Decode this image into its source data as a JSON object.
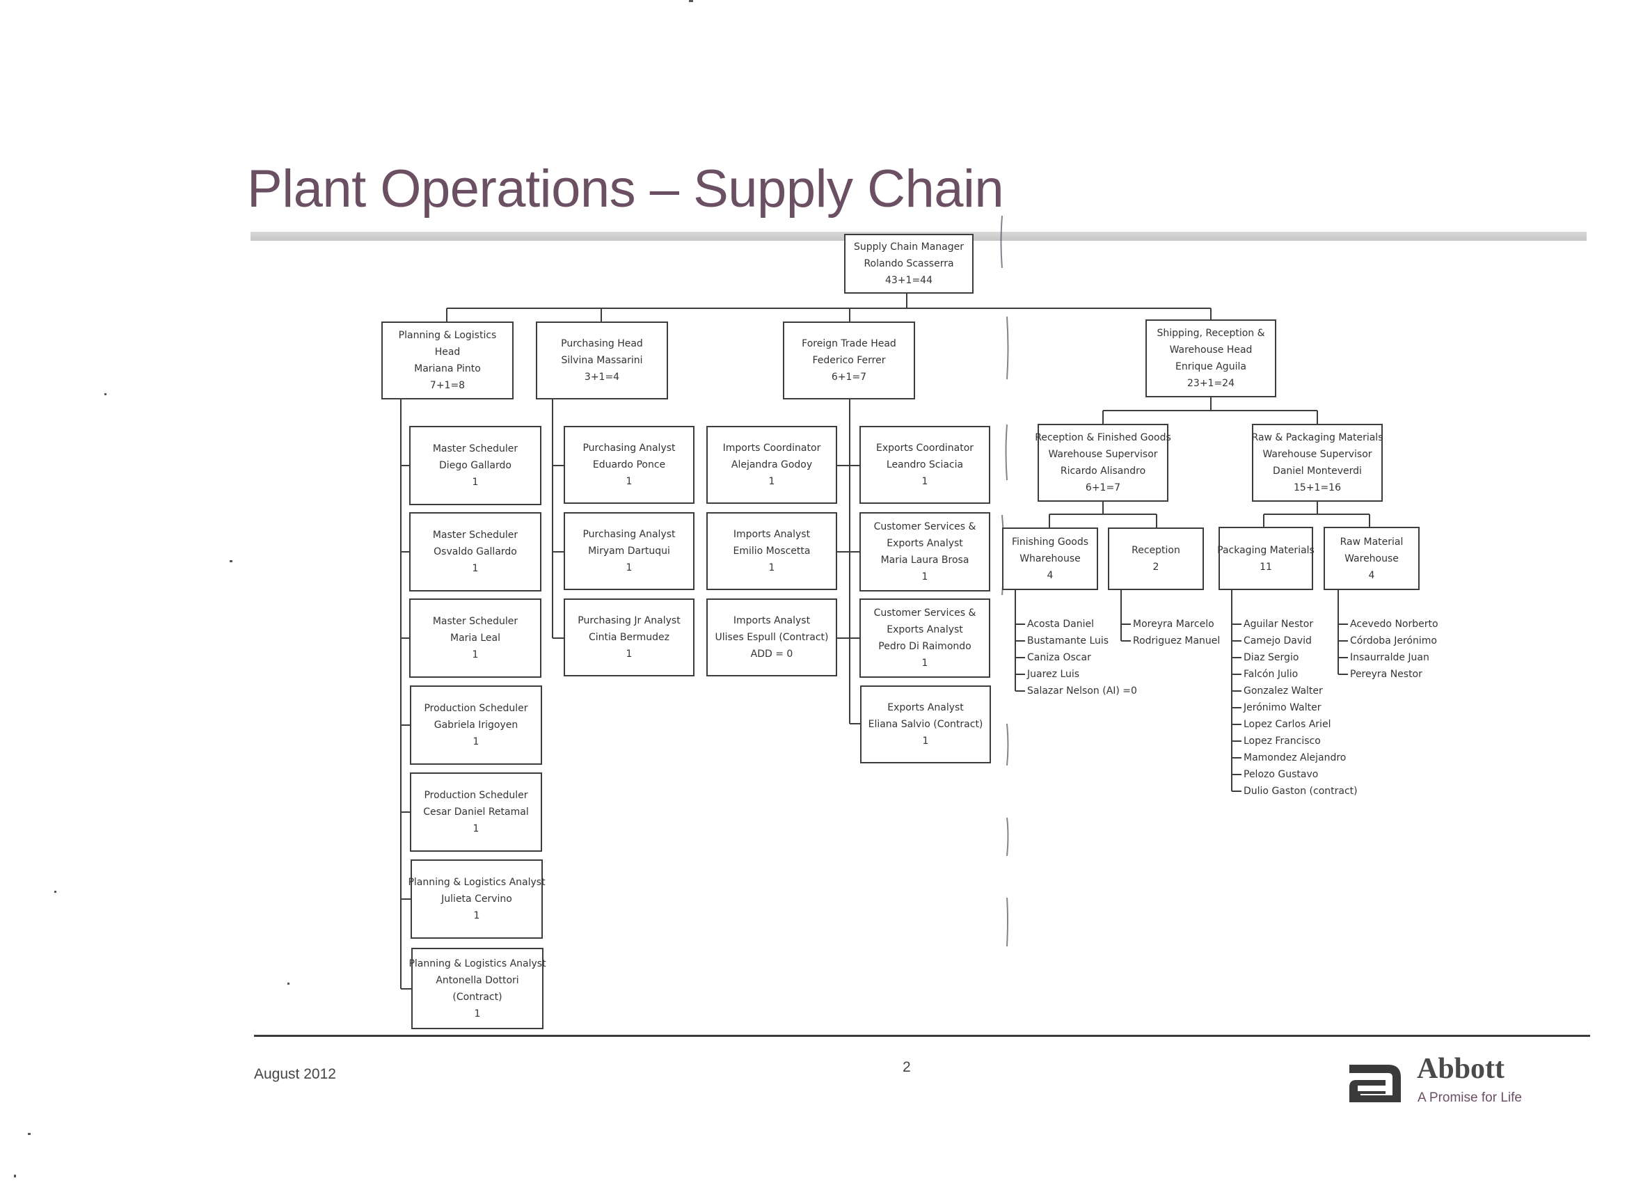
{
  "title": "Plant Operations – Supply Chain",
  "footer": {
    "date": "August 2012",
    "page": "2",
    "brand": "Abbott",
    "tagline": "A Promise for Life"
  },
  "org": {
    "manager": [
      "Supply Chain Manager",
      "Rolando Scasserra",
      "43+1=44"
    ],
    "planning_head": [
      "Planning & Logistics",
      "Head",
      "Mariana Pinto",
      "7+1=8"
    ],
    "purchasing_head": [
      "Purchasing Head",
      "Silvina Massarini",
      "3+1=4"
    ],
    "foreign_trade_head": [
      "Foreign Trade Head",
      "Federico Ferrer",
      "6+1=7"
    ],
    "shipping_head": [
      "Shipping, Reception &",
      "Warehouse Head",
      "Enrique Aguila",
      "23+1=24"
    ],
    "planning_team": [
      [
        "Master Scheduler",
        "Diego Gallardo",
        "1"
      ],
      [
        "Master Scheduler",
        "Osvaldo Gallardo",
        "1"
      ],
      [
        "Master Scheduler",
        "Maria Leal",
        "1"
      ],
      [
        "Production Scheduler",
        "Gabriela Irigoyen",
        "1"
      ],
      [
        "Production Scheduler",
        "Cesar Daniel Retamal",
        "1"
      ],
      [
        "Planning & Logistics Analyst",
        "Julieta Cervino",
        "1"
      ],
      [
        "Planning & Logistics Analyst",
        "Antonella Dottori",
        "(Contract)",
        "1"
      ]
    ],
    "purchasing_team": [
      [
        "Purchasing Analyst",
        "Eduardo Ponce",
        "1"
      ],
      [
        "Purchasing Analyst",
        "Miryam Dartuqui",
        "1"
      ],
      [
        "Purchasing Jr Analyst",
        "Cintia Bermudez",
        "1"
      ]
    ],
    "imports_team": [
      [
        "Imports Coordinator",
        "Alejandra Godoy",
        "1"
      ],
      [
        "Imports Analyst",
        "Emilio Moscetta",
        "1"
      ],
      [
        "Imports Analyst",
        "Ulises Espull (Contract)",
        "ADD = 0"
      ]
    ],
    "exports_team": [
      [
        "Exports Coordinator",
        "Leandro Sciacia",
        "1"
      ],
      [
        "Customer Services &",
        "Exports Analyst",
        "Maria Laura Brosa",
        "1"
      ],
      [
        "Customer Services &",
        "Exports Analyst",
        "Pedro Di Raimondo",
        "1"
      ],
      [
        "Exports Analyst",
        "Eliana Salvio (Contract)",
        "1"
      ]
    ],
    "reception_supervisor": [
      "Reception & Finished Goods",
      "Warehouse Supervisor",
      "Ricardo Alisandro",
      "6+1=7"
    ],
    "raw_supervisor": [
      "Raw & Packaging Materials",
      "Warehouse Supervisor",
      "Daniel Monteverdi",
      "15+1=16"
    ],
    "finishing_goods": [
      "Finishing Goods",
      "Wharehouse",
      "4"
    ],
    "reception": [
      "Reception",
      "2"
    ],
    "packaging_materials": [
      "Packaging Materials",
      "11"
    ],
    "raw_material": [
      "Raw Material",
      "Warehouse",
      "4"
    ],
    "finishing_goods_staff": [
      "Acosta Daniel",
      "Bustamante Luis",
      "Caniza Oscar",
      "Juarez Luis",
      "Salazar Nelson  (AI) =0"
    ],
    "reception_staff": [
      "Moreyra Marcelo",
      "Rodriguez Manuel"
    ],
    "packaging_staff": [
      "Aguilar Nestor",
      "Camejo David",
      "Diaz Sergio",
      "Falcón Julio",
      "Gonzalez Walter",
      "Jerónimo Walter",
      "Lopez Carlos Ariel",
      "Lopez Francisco",
      "Mamondez Alejandro",
      "Pelozo Gustavo",
      "Dulio Gaston (contract)"
    ],
    "raw_material_staff": [
      "Acevedo  Norberto",
      "Córdoba Jerónimo",
      "Insaurralde Juan",
      "Pereyra Nestor"
    ]
  }
}
